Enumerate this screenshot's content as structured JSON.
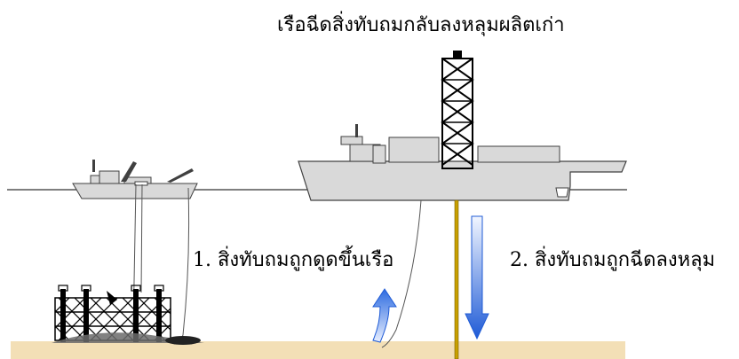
{
  "diagram": {
    "title": "เรือฉีดสิ่งทับถมกลับลงหลุมผลิตเก่า",
    "step_1": "1. สิ่งทับถมถูกดูดขึ้นเรือ",
    "step_2": "2. สิ่งทับถมถูกฉีดลงหลุม"
  },
  "colors": {
    "seabed": "#f3dfb6",
    "ship_hull": "#d9d9d9",
    "ship_outline": "#404040",
    "pipe": "#c8a000",
    "arrow_gradient_top": "#dce8ff",
    "arrow_gradient_bottom": "#1f5bd6"
  }
}
